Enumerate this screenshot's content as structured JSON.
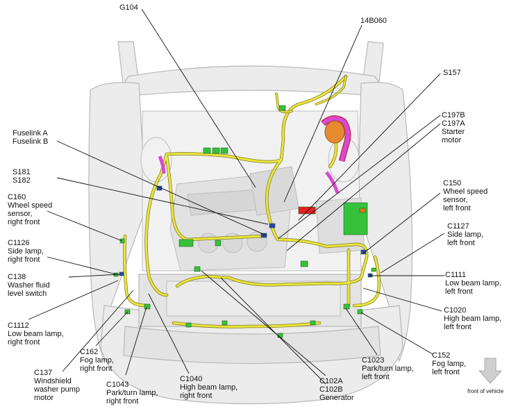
{
  "labels": {
    "g104": "G104",
    "b14060": "14B060",
    "s157": "S157",
    "c197": "C197B\nC197A\nStarter\nmotor",
    "fuselink": "Fuselink A\nFuselink B",
    "s181": "S181\nS182",
    "c160": "C160\nWheel speed\nsensor,\nright front",
    "c1126": "C1126\nSide lamp,\nright front",
    "c138": "C138\nWasher fluid\nlevel switch",
    "c1112": "C1112\nLow beam lamp,\nright front",
    "c137": "C137\nWindshield\nwasher pump\nmotor",
    "c162": "C162\nFog lamp,\nright front",
    "c1043": "C1043\nPark/turn lamp,\nright front",
    "c1040": "C1040\nHigh beam lamp,\nright front",
    "c102": "C102A\nC102B\nGenerator",
    "c150": "C150\nWheel speed\nsensor,\nleft front",
    "c1127": "C1127\nSide lamp,\nleft front",
    "c1111": "C1111\nLow beam lamp,\nleft front",
    "c1020": "C1020\nHigh beam lamp,\nleft front",
    "c1023": "C1023\nPark/turn lamp,\nleft front",
    "c152": "C152\nFog lamp,\nleft front",
    "front": "front of vehicle"
  },
  "icons": {
    "front_arrow": "down-arrow-icon"
  },
  "colors": {
    "harness": "#e8e23a",
    "harness_edge": "#8a8420",
    "connector_green": "#35c23a",
    "connector_blue": "#2b3fb8",
    "connector_magenta": "#d23cc8",
    "connector_red": "#e52020",
    "connector_orange": "#e07a20",
    "body_grey": "#e9e9e9",
    "body_edge": "#b5b5b5",
    "leader": "#111111",
    "arrow_grey": "#c9c9c9"
  }
}
